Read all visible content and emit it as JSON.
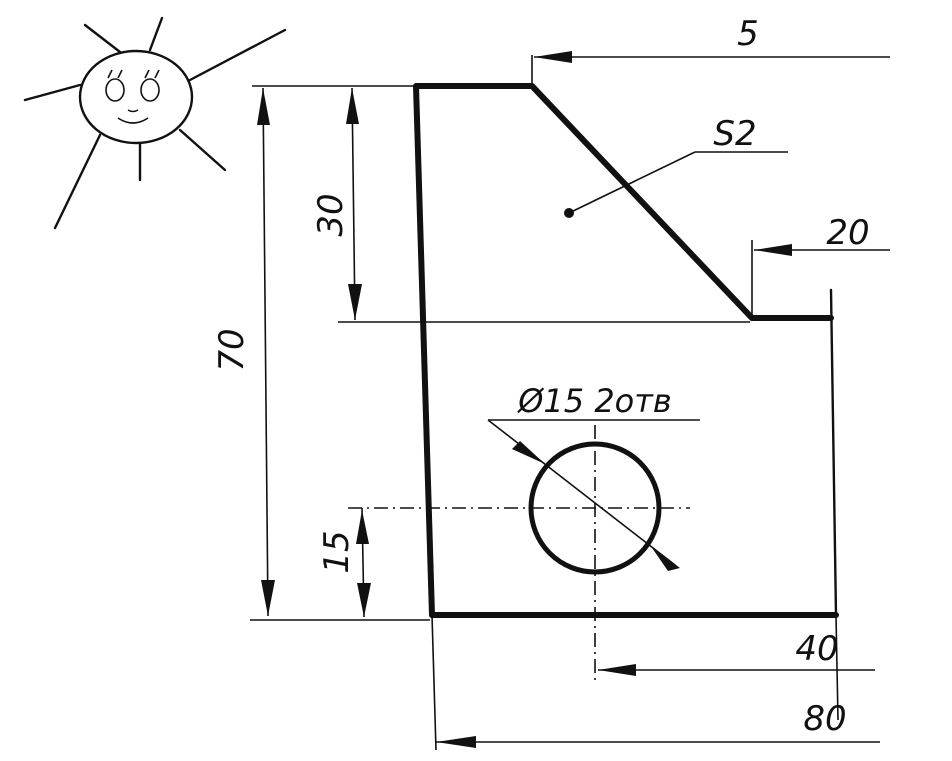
{
  "labels": {
    "top_offset": "5",
    "area": "S2",
    "step_width": "20",
    "height_total": "70",
    "height_upper": "30",
    "hole_spec": "Ø15 2отв",
    "hole_height": "15",
    "hole_offset": "40",
    "width_total": "80"
  }
}
